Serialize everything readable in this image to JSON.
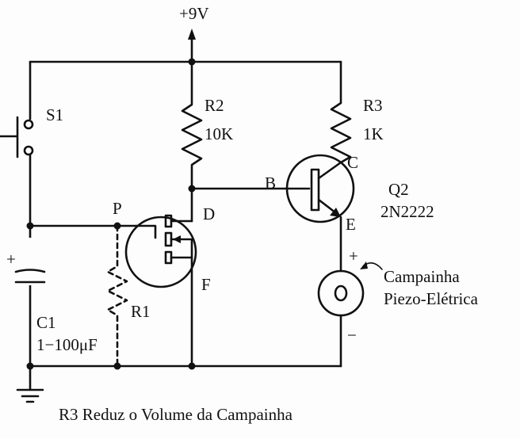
{
  "supply": "+9V",
  "components": {
    "s1": {
      "ref": "S1"
    },
    "r2": {
      "ref": "R2",
      "value": "10K"
    },
    "r3": {
      "ref": "R3",
      "value": "1K"
    },
    "q2": {
      "ref": "Q2",
      "part": "2N2222",
      "pins": {
        "b": "B",
        "c": "C",
        "e": "E"
      }
    },
    "q1": {
      "pins": {
        "p": "P",
        "d": "D",
        "f": "F"
      }
    },
    "r1": {
      "ref": "R1"
    },
    "c1": {
      "ref": "C1",
      "value": "1−100μF",
      "polarity": "+"
    },
    "buzzer": {
      "line1": "Campainha",
      "line2": "Piezo-Elétrica",
      "plus": "+",
      "minus": "−"
    }
  },
  "caption": "R3 Reduz o Volume da Campainha"
}
